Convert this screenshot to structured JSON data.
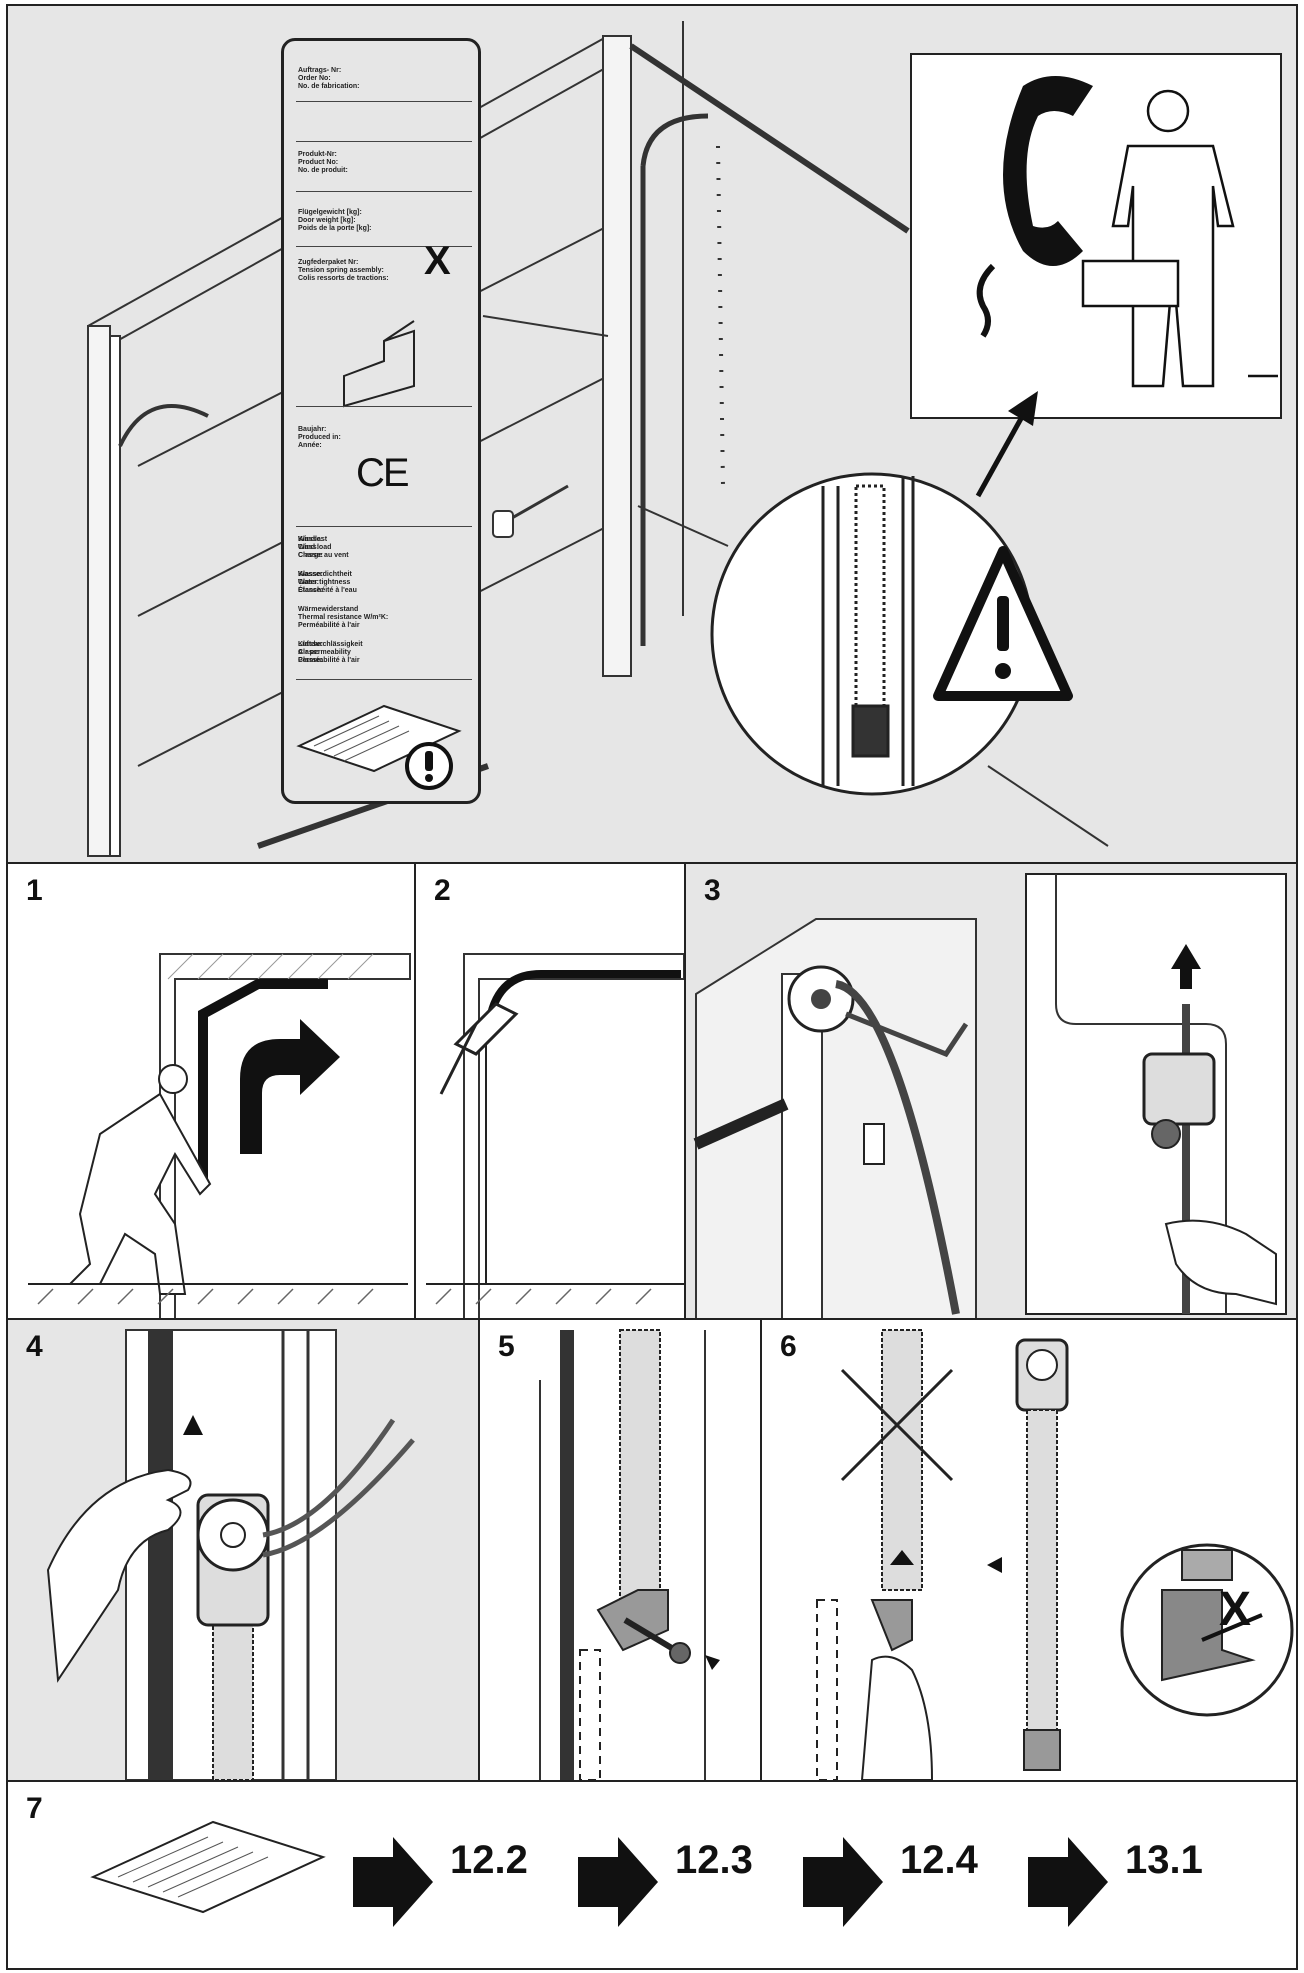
{
  "label_plate": {
    "order": [
      "Auftrags- Nr:",
      "Order No:",
      "No. de fabrication:"
    ],
    "product": [
      "Produkt-Nr:",
      "Product No:",
      "No. de produit:"
    ],
    "weight": [
      "Flügelgewicht [kg]:",
      "Door weight [kg]:",
      "Poids de la porte [kg]:"
    ],
    "spring": [
      "Zugfederpaket Nr:",
      "Tension spring assembly:",
      "Colis ressorts de tractions:"
    ],
    "spring_mark": "X",
    "year": [
      "Baujahr:",
      "Produced in:",
      "Année:"
    ],
    "ce_mark": "CE",
    "wind": [
      "Windlast",
      "Wind load",
      "Charge au vent"
    ],
    "wind_class": [
      "Klasse:",
      "Class:",
      "Classe:"
    ],
    "water": [
      "Wasserdichtheit",
      "Water tightness",
      "Étanchéité à l'eau"
    ],
    "water_class": [
      "Klasse:",
      "Class:",
      "Classe:"
    ],
    "thermal": [
      "Wärmewiderstand",
      "Thermal resistance W/m²K:",
      "Perméabilité à l'air"
    ],
    "air": [
      "Luftdurchlässigkeit",
      "Air permeability",
      "Perméabilité à l'air"
    ],
    "air_class": [
      "Klasse:",
      "Class:",
      "Classe:"
    ]
  },
  "steps": {
    "s1": "1",
    "s2": "2",
    "s3": "3",
    "s4": "4",
    "s5": "5",
    "s6": "6",
    "s7": "7"
  },
  "step6_mark": "X",
  "references": [
    "12.2",
    "12.3",
    "12.4",
    "13.1"
  ]
}
